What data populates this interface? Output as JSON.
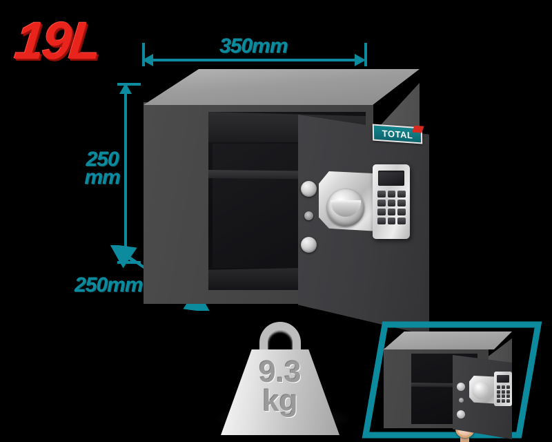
{
  "product": {
    "volume_badge": "19L",
    "brand": "TOTAL",
    "weight_value": "9.3",
    "weight_unit": "kg"
  },
  "dimensions": {
    "width_label": "350mm",
    "height_value": "250",
    "height_unit": "mm",
    "depth_label": "250mm"
  },
  "colors": {
    "badge_red": "#e8241c",
    "dimension_teal": "#0d8b9e",
    "brand_teal": "#14868f",
    "brand_accent_red": "#d62a20",
    "body_dark": "#4a4a4a",
    "body_top": "#9c9c9c",
    "chrome": "#d9d9d9"
  },
  "icons": {
    "weight": "weight-icon",
    "lock": "electronic-lock-icon",
    "keypad": "keypad-icon",
    "display": "lcd-display-icon",
    "ring": "ring-icon",
    "watch": "watch-icon",
    "arrow_horizontal": "double-arrow-horizontal-icon",
    "arrow_vertical": "double-arrow-vertical-icon",
    "arrow_depth": "double-arrow-diagonal-icon"
  }
}
